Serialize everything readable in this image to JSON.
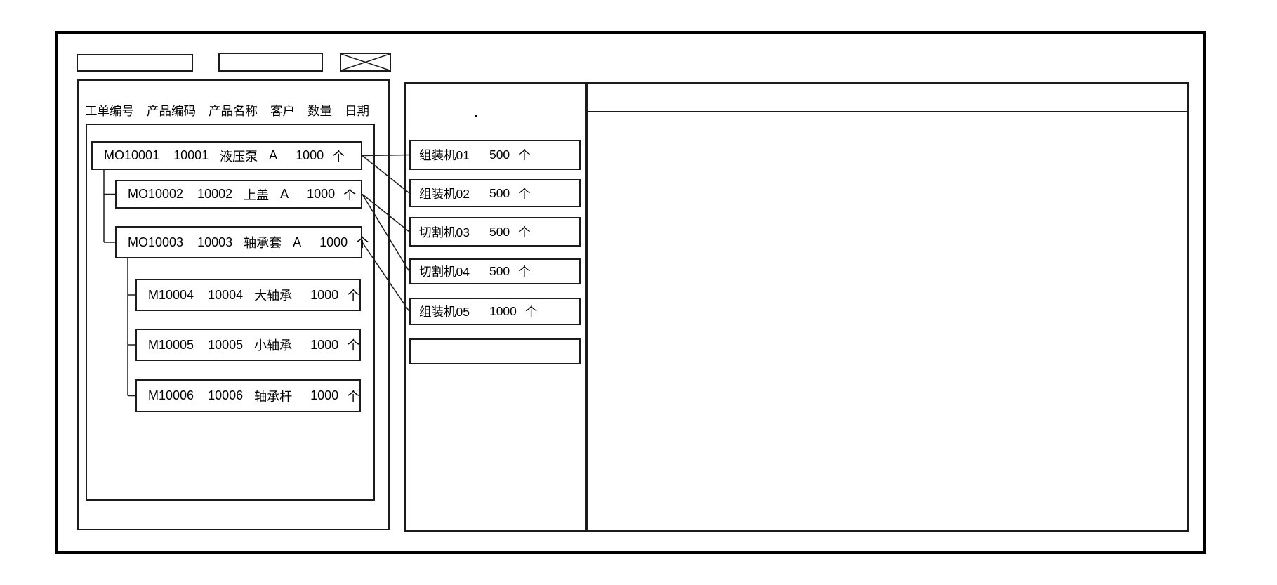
{
  "colors": {
    "line": "#1c1c1c",
    "background": "#ffffff",
    "frame": "#000000"
  },
  "titlebar": {
    "field1": {
      "value": "",
      "placeholder": ""
    },
    "field2": {
      "value": "",
      "placeholder": ""
    },
    "close_box_icon": "x-cross-icon"
  },
  "order_panel": {
    "columns": [
      "工单编号",
      "产品编码",
      "产品名称",
      "客户",
      "数量",
      "日期"
    ],
    "orders": [
      {
        "id": "mo10001",
        "order_no": "MO10001",
        "product_code": "10001",
        "product_name": "液压泵",
        "customer": "A",
        "qty": "1000",
        "unit": "个",
        "level": 0
      },
      {
        "id": "mo10002",
        "order_no": "MO10002",
        "product_code": "10002",
        "product_name": "上盖",
        "customer": "A",
        "qty": "1000",
        "unit": "个",
        "level": 1
      },
      {
        "id": "mo10003",
        "order_no": "MO10003",
        "product_code": "10003",
        "product_name": "轴承套",
        "customer": "A",
        "qty": "1000",
        "unit": "个",
        "level": 1
      },
      {
        "id": "m10004",
        "order_no": "M10004",
        "product_code": "10004",
        "product_name": "大轴承",
        "customer": "",
        "qty": "1000",
        "unit": "个",
        "level": 2
      },
      {
        "id": "m10005",
        "order_no": "M10005",
        "product_code": "10005",
        "product_name": "小轴承",
        "customer": "",
        "qty": "1000",
        "unit": "个",
        "level": 2
      },
      {
        "id": "m10006",
        "order_no": "M10006",
        "product_code": "10006",
        "product_name": "轴承杆",
        "customer": "",
        "qty": "1000",
        "unit": "个",
        "level": 2
      }
    ],
    "tree_links": [
      {
        "parent": "mo10001",
        "children": [
          "mo10002",
          "mo10003"
        ]
      },
      {
        "parent": "mo10003",
        "children": [
          "m10004",
          "m10005",
          "m10006"
        ]
      }
    ]
  },
  "machine_panel": {
    "dot_mark": ".",
    "machines": [
      {
        "id": "mc1",
        "name": "组装机01",
        "qty": "500",
        "unit": "个"
      },
      {
        "id": "mc2",
        "name": "组装机02",
        "qty": "500",
        "unit": "个"
      },
      {
        "id": "mc3",
        "name": "切割机03",
        "qty": "500",
        "unit": "个"
      },
      {
        "id": "mc4",
        "name": "切割机04",
        "qty": "500",
        "unit": "个"
      },
      {
        "id": "mc5",
        "name": "组装机05",
        "qty": "1000",
        "unit": "个"
      },
      {
        "id": "mc6",
        "name": "",
        "qty": "",
        "unit": ""
      }
    ]
  },
  "assignments": [
    {
      "from": "mo10001",
      "to": "mc1"
    },
    {
      "from": "mo10001",
      "to": "mc2"
    },
    {
      "from": "mo10002",
      "to": "mc3"
    },
    {
      "from": "mo10002",
      "to": "mc4"
    },
    {
      "from": "mo10003",
      "to": "mc5"
    }
  ],
  "schedule_panel": {
    "header_text": ""
  }
}
